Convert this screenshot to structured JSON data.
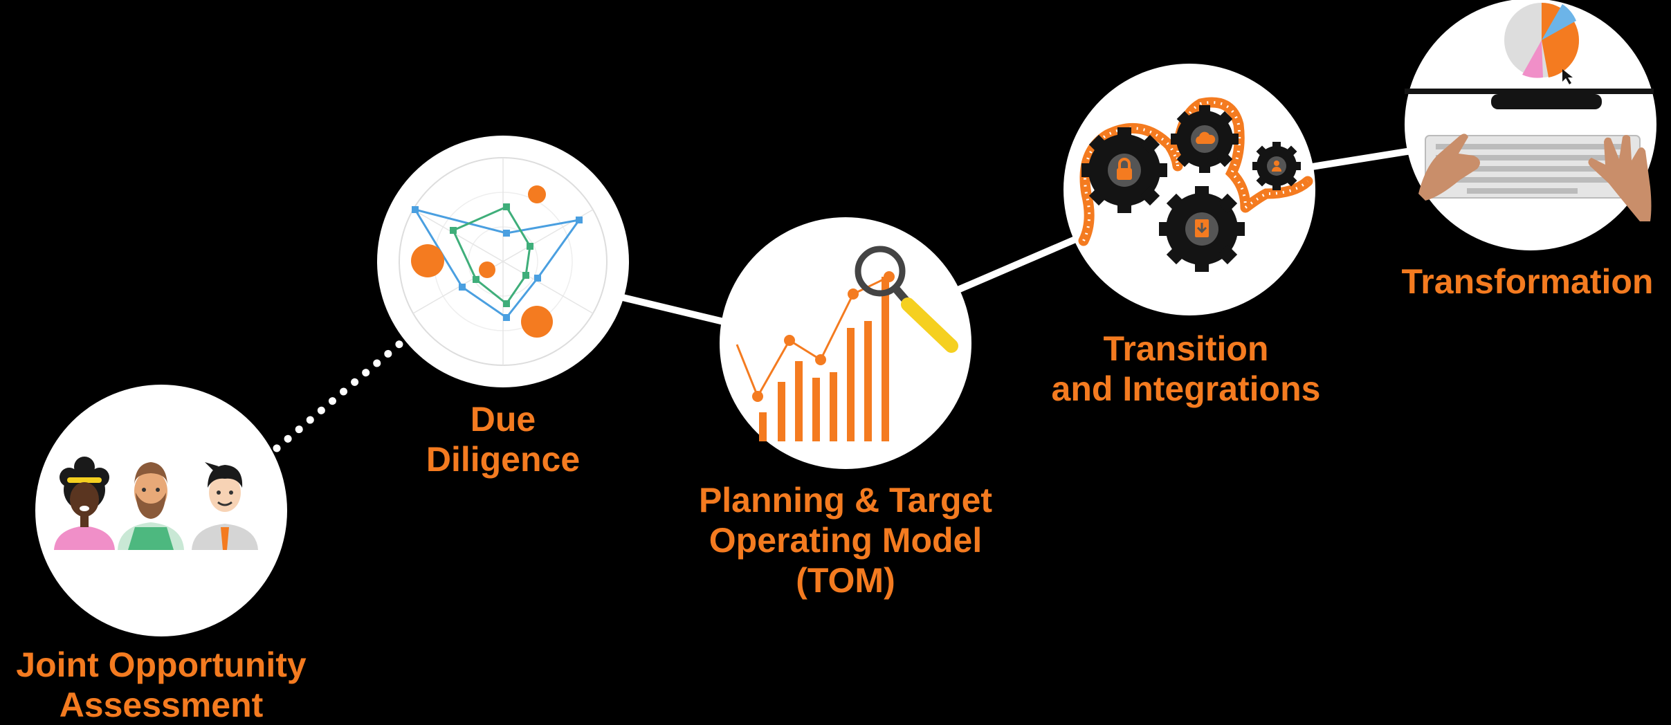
{
  "title_fragment": "",
  "colors": {
    "background": "#000000",
    "accent": "#F47B20",
    "path": "#FFFFFF",
    "circle": "#FFFFFF",
    "radar_blue": "#4A9FE0",
    "radar_green": "#3FAE7A",
    "gear": "#141414",
    "highlight": "#F5D020"
  },
  "steps": [
    {
      "id": "joint-opportunity-assessment",
      "lines": [
        "Joint Opportunity",
        "Assessment"
      ],
      "icon": "people-icon"
    },
    {
      "id": "due-diligence",
      "lines": [
        "Due",
        "Diligence"
      ],
      "icon": "radar-chart-icon"
    },
    {
      "id": "planning-target-operating-model",
      "lines": [
        "Planning & Target",
        "Operating Model",
        "(TOM)"
      ],
      "icon": "growth-chart-magnifier-icon"
    },
    {
      "id": "transition-and-integrations",
      "lines": [
        "Transition",
        "and Integrations"
      ],
      "icon": "gears-icon"
    },
    {
      "id": "transformation",
      "lines": [
        "Transformation"
      ],
      "icon": "laptop-keyboard-icon"
    }
  ]
}
